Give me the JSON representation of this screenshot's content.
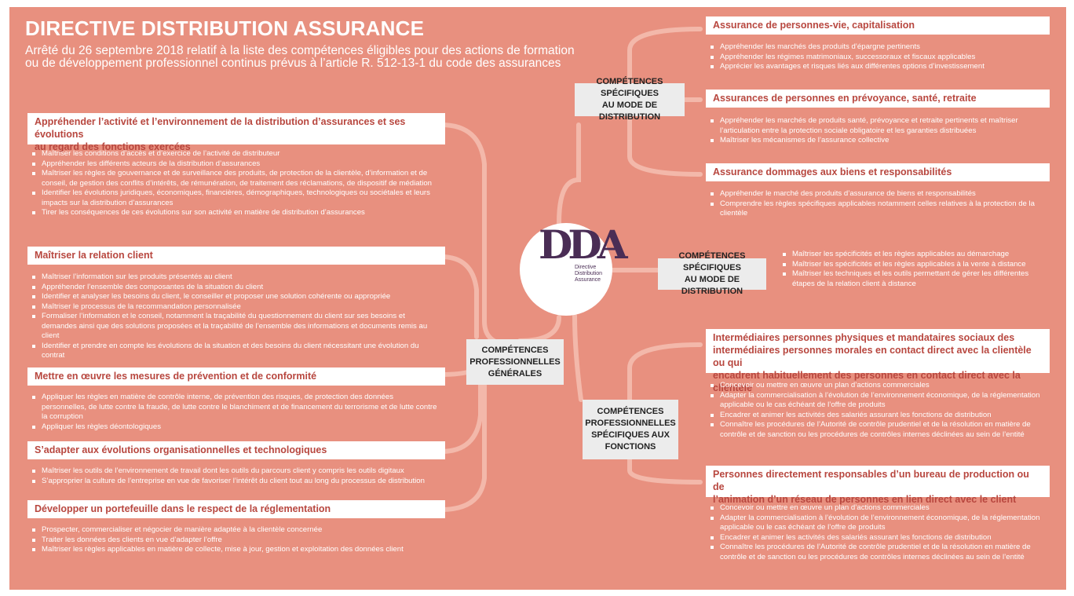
{
  "title": "DIRECTIVE DISTRIBUTION ASSURANCE",
  "subtitle_line1": "Arrêté du 26 septembre 2018 relatif à la liste des compétences éligibles pour des actions de formation",
  "subtitle_line2": "ou de développement professionnel continus prévus à l’article R. 512-13-1 du code des assurances",
  "logo": {
    "mark": "DDA",
    "line1": "Directive",
    "line2": "Distribution",
    "line3": "Assurance"
  },
  "hubs": {
    "generales_1": "COMPÉTENCES",
    "generales_2": "PROFESSIONNELLES",
    "generales_3": "GÉNÉRALES",
    "mode_top_1": "COMPÉTENCES SPÉCIFIQUES",
    "mode_top_2": "AU MODE DE DISTRIBUTION",
    "mode_mid_1": "COMPÉTENCES SPÉCIFIQUES",
    "mode_mid_2": "AU MODE DE DISTRIBUTION",
    "fonctions_1": "COMPÉTENCES",
    "fonctions_2": "PROFESSIONNELLES",
    "fonctions_3": "SPÉCIFIQUES AUX",
    "fonctions_4": "FONCTIONS"
  },
  "left": [
    {
      "title1": "Appréhender l’activité et l’environnement de la distribution d’assurances et ses évolutions",
      "title2": "au regard des fonctions exercées",
      "items": [
        "Maîtriser les conditions d’accès et d’exercice de l’activité de distributeur",
        "Appréhender les différents acteurs de la distribution d’assurances",
        "Maîtriser les règles de gouvernance et de surveillance des produits, de protection de la clientèle, d’information et de conseil, de gestion des conflits d’intérêts, de rémunération, de traitement des réclamations, de dispositif de médiation",
        "Identifier les évolutions juridiques, économiques, financières, démographiques, technologiques ou sociétales et leurs impacts sur la distribution d’assurances",
        "Tirer les conséquences de ces évolutions sur son activité en matière de distribution d’assurances"
      ]
    },
    {
      "title1": "Maîtriser la relation client",
      "items": [
        "Maîtriser l’information sur les produits présentés au client",
        "Appréhender l’ensemble des composantes de la situation du client",
        "Identifier et analyser les besoins du client, le conseiller et proposer une solution cohérente ou appropriée",
        "Maîtriser le processus de la recommandation personnalisée",
        "Formaliser l’information et le conseil, notamment la traçabilité du questionnement du client sur ses besoins et demandes ainsi que des solutions proposées et la traçabilité de l’ensemble des informations et documents remis au client",
        "Identifier et prendre en compte les évolutions de la situation et des besoins du client nécessitant une évolution du contrat"
      ]
    },
    {
      "title1": "Mettre en œuvre les mesures de prévention et de conformité",
      "items": [
        "Appliquer les règles en matière de contrôle interne, de prévention des risques, de protection des données personnelles, de lutte contre la fraude, de lutte contre le blanchiment et de financement du terrorisme et de lutte contre la corruption",
        "Appliquer les règles déontologiques"
      ]
    },
    {
      "title1": "S’adapter aux évolutions organisationnelles et technologiques",
      "items": [
        "Maîtriser les outils de l’environnement de travail dont les outils du parcours client y compris les outils digitaux",
        "S’approprier la culture de l’entreprise en vue de favoriser l’intérêt du client tout au long du processus de distribution"
      ]
    },
    {
      "title1": "Développer un portefeuille dans le respect de la réglementation",
      "items": [
        "Prospecter, commercialiser et négocier de manière adaptée à la clientèle concernée",
        "Traiter les données des clients en vue d’adapter l’offre",
        "Maîtriser les règles applicables en matière de collecte, mise à jour, gestion et exploitation des données client"
      ]
    }
  ],
  "right": [
    {
      "title1": "Assurance de personnes-vie, capitalisation",
      "items": [
        "Appréhender les marchés des produits d’épargne pertinents",
        "Appréhender les régimes matrimoniaux, successoraux et fiscaux applicables",
        "Apprécier les avantages et risques liés aux différentes options d’investissement"
      ]
    },
    {
      "title1": "Assurances de personnes en prévoyance, santé, retraite",
      "items": [
        "Appréhender les marchés de produits santé, prévoyance et retraite pertinents et maîtriser l’articulation entre la protection sociale obligatoire et les garanties distribuées",
        "Maîtriser les mécanismes de l’assurance collective"
      ]
    },
    {
      "title1": "Assurance dommages aux biens et responsabilités",
      "items": [
        "Appréhender le marché des produits d’assurance de biens et responsabilités",
        "Comprendre les règles spécifiques applicables notamment celles relatives à la protection de la clientèle"
      ]
    },
    {
      "items": [
        "Maîtriser les spécificités et les règles applicables au démarchage",
        "Maîtriser les spécificités et les règles applicables à la vente à distance",
        "Maîtriser les techniques et les outils permettant de gérer les différentes étapes de la relation client à distance"
      ]
    },
    {
      "title1": "Intermédiaires personnes physiques et mandataires sociaux des",
      "title2": "intermédiaires personnes morales en contact direct avec la clientèle ou qui",
      "title3": "encadrent habituellement des personnes en contact direct avec la clientèle",
      "items": [
        "Concevoir ou mettre en œuvre un plan d’actions commerciales",
        "Adapter la commercialisation à l’évolution de l’environnement économique, de la réglementation applicable ou le cas échéant de l’offre de produits",
        "Encadrer et animer les activités des salariés assurant les fonctions de distribution",
        "Connaître les procédures de l’Autorité de contrôle prudentiel et de la résolution en matière de contrôle et de sanction ou les procédures de contrôles internes déclinées au sein de l’entité"
      ]
    },
    {
      "title1": "Personnes directement responsables d’un bureau de production ou de",
      "title2": "l’animation d’un réseau de personnes en lien direct avec le client",
      "items": [
        "Concevoir ou mettre en œuvre un plan d’actions commerciales",
        "Adapter la commercialisation à l’évolution de l’environnement économique, de la réglementation applicable ou le cas échéant de l’offre de produits",
        "Encadrer et animer les activités des salariés assurant les fonctions de distribution",
        "Connaître les procédures de l’Autorité de contrôle prudentiel et de la résolution en matière de contrôle et de sanction ou les procédures de contrôles internes déclinées au sein de l’entité"
      ]
    }
  ],
  "colors": {
    "background": "#e8907f",
    "header_text": "#b8473f",
    "hub_bg": "#ececec",
    "connector": "#f2b7a9",
    "logo": "#4a2d55"
  }
}
